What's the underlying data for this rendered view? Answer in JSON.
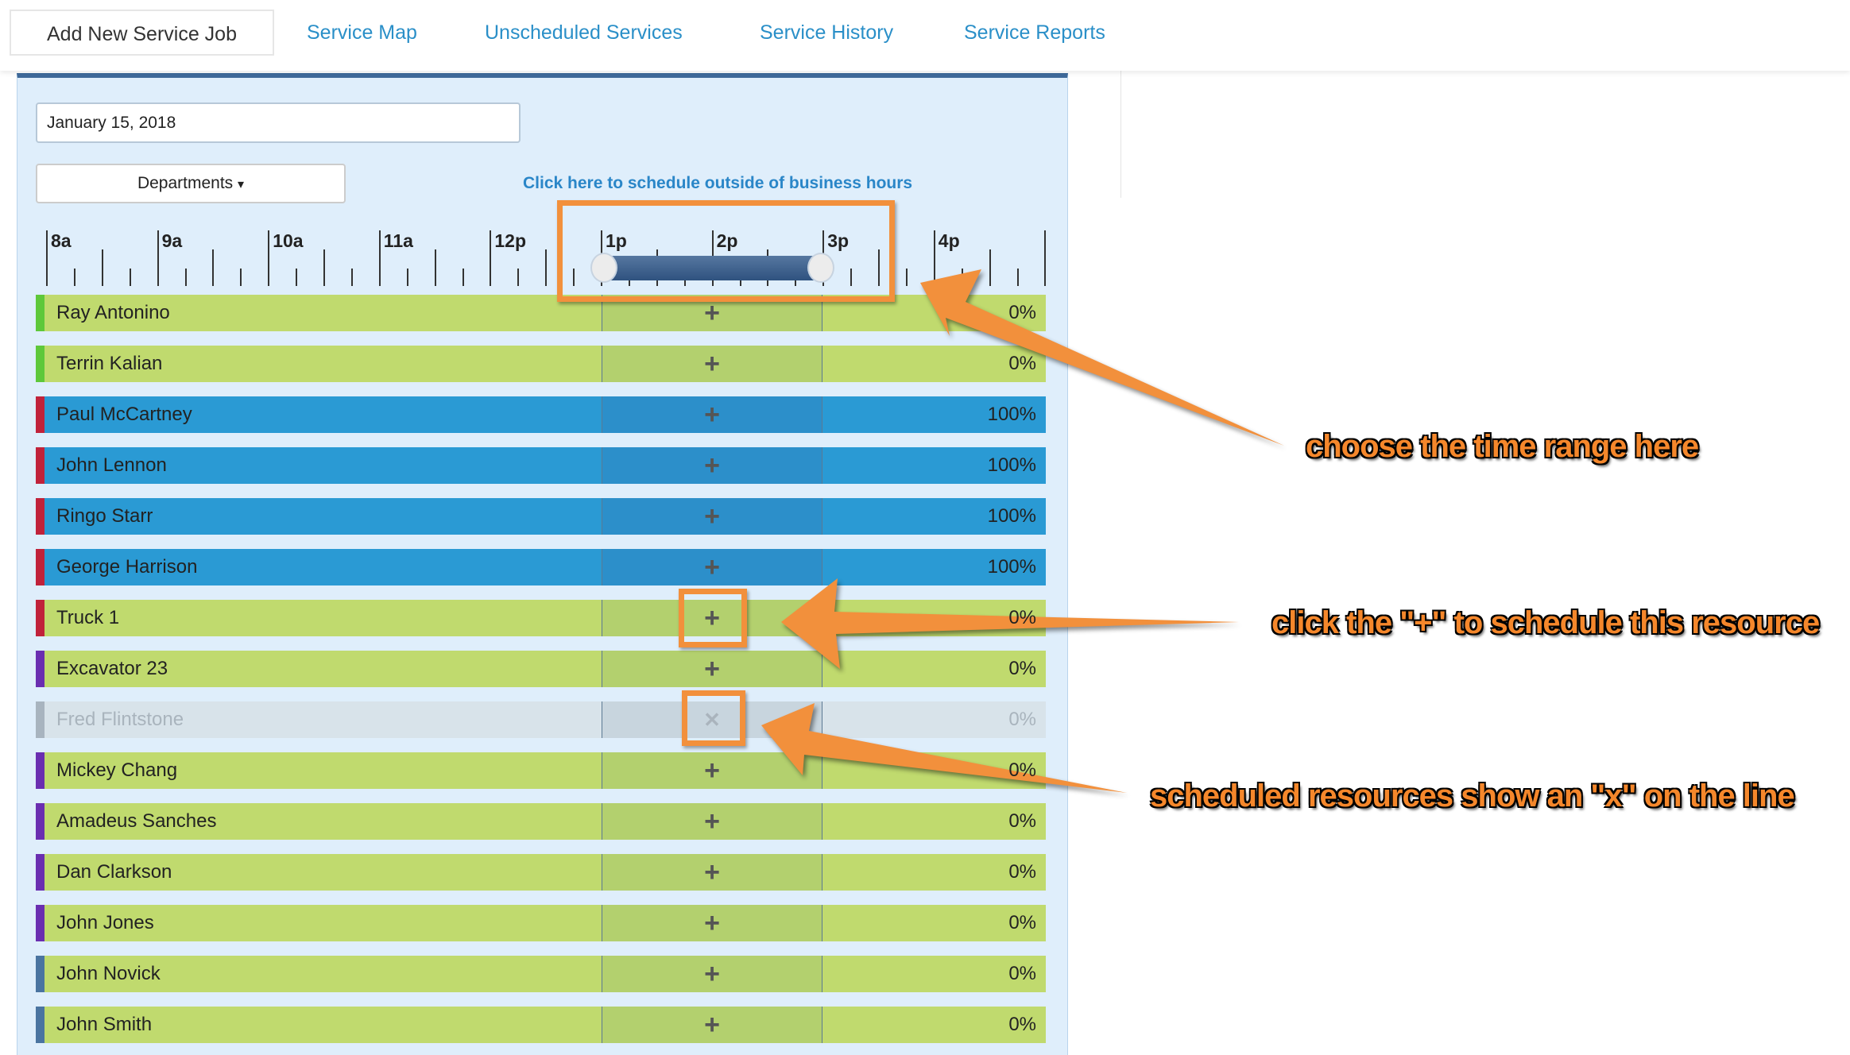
{
  "nav": {
    "tabs": [
      "Add New Service Job",
      "Service Map",
      "Unscheduled Services",
      "Service History",
      "Service Reports"
    ],
    "active": 0
  },
  "form": {
    "date": "January 15, 2018",
    "departments_label": "Departments",
    "outside_hours_link": "Click here to schedule outside of business hours"
  },
  "timeline": {
    "hour_labels": [
      "8a",
      "9a",
      "10a",
      "11a",
      "12p",
      "1p",
      "2p",
      "3p",
      "4p"
    ],
    "selected_range": [
      "1p",
      "3p"
    ]
  },
  "resources": [
    {
      "name": "Ray Antonino",
      "pct": "0%",
      "status": "available",
      "dept_color": "#5ec83a"
    },
    {
      "name": "Terrin Kalian",
      "pct": "0%",
      "status": "available",
      "dept_color": "#5ec83a"
    },
    {
      "name": "Paul McCartney",
      "pct": "100%",
      "status": "busy",
      "dept_color": "#c0223a"
    },
    {
      "name": "John Lennon",
      "pct": "100%",
      "status": "busy",
      "dept_color": "#c0223a"
    },
    {
      "name": "Ringo Starr",
      "pct": "100%",
      "status": "busy",
      "dept_color": "#c0223a"
    },
    {
      "name": "George Harrison",
      "pct": "100%",
      "status": "busy",
      "dept_color": "#c0223a"
    },
    {
      "name": "Truck 1",
      "pct": "0%",
      "status": "available",
      "dept_color": "#c0223a"
    },
    {
      "name": "Excavator 23",
      "pct": "0%",
      "status": "available",
      "dept_color": "#6a2eb0"
    },
    {
      "name": "Fred Flintstone",
      "pct": "0%",
      "status": "scheduled",
      "dept_color": "#a8b4bf"
    },
    {
      "name": "Mickey Chang",
      "pct": "0%",
      "status": "available",
      "dept_color": "#6a2eb0"
    },
    {
      "name": "Amadeus Sanches",
      "pct": "0%",
      "status": "available",
      "dept_color": "#6a2eb0"
    },
    {
      "name": "Dan Clarkson",
      "pct": "0%",
      "status": "available",
      "dept_color": "#6a2eb0"
    },
    {
      "name": "John Jones",
      "pct": "0%",
      "status": "available",
      "dept_color": "#6a2eb0"
    },
    {
      "name": "John Novick",
      "pct": "0%",
      "status": "available",
      "dept_color": "#4a74a0"
    },
    {
      "name": "John Smith",
      "pct": "0%",
      "status": "available",
      "dept_color": "#4a74a0"
    }
  ],
  "icons": {
    "add": "+",
    "scheduled": "✕",
    "dropdown": "▾"
  },
  "annotations": {
    "time_range": "choose the time range here",
    "plus": "click the \"+\" to schedule this resource",
    "x": "scheduled resources show an \"x\" on the line"
  },
  "colors": {
    "available": "#c0da6e",
    "busy": "#2a9ad4",
    "scheduled": "#d8e3ea",
    "accent": "#f2903c"
  }
}
